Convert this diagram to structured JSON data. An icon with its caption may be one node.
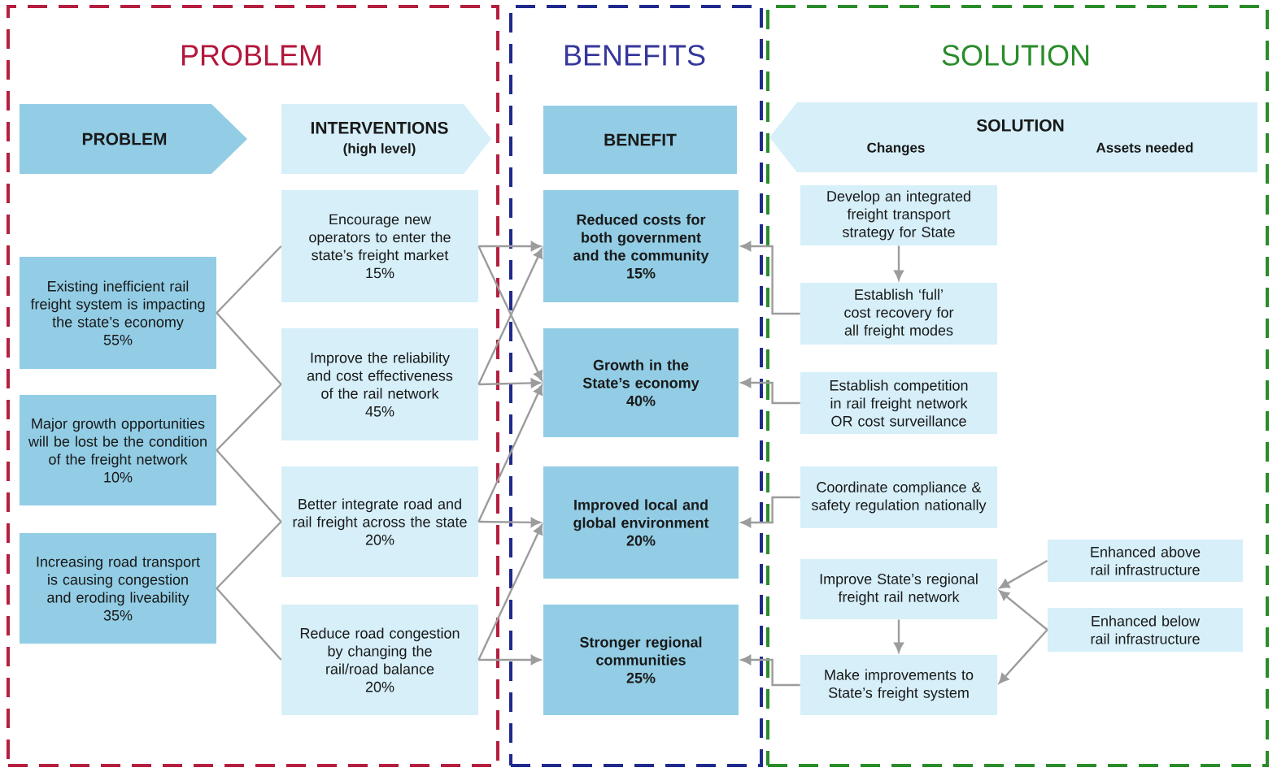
{
  "diagram": {
    "nodes": [
      {
        "text": [
          "PROBLEM"
        ]
      },
      {
        "text": [
          "PROBLEM"
        ],
        "in": 0
      },
      {
        "text": [
          "INTERVENTIONS",
          "(high level)"
        ],
        "in": 0
      },
      {
        "text": [
          "Existing inefficient rail freight system is impacting the state’s economy",
          "55%"
        ],
        "in": 0
      },
      {
        "text": [
          "Major growth opportunities will be lost be the condition of the freight network",
          "10%"
        ],
        "in": 0
      },
      {
        "text": [
          "Increasing road transport is causing congestion and eroding liveability",
          "35%"
        ],
        "in": 0
      },
      {
        "text": [
          "Encourage new operators to enter the state’s freight market",
          "15%"
        ],
        "in": 0
      },
      {
        "text": [
          "Improve the reliability and cost effectiveness of the rail network",
          "45%"
        ],
        "in": 0
      },
      {
        "text": [
          "Better integrate road and rail freight across the state",
          "20%"
        ],
        "in": 0
      },
      {
        "text": [
          "Reduce road congestion by changing the rail/road balance",
          "20%"
        ],
        "in": 0
      },
      {
        "text": [
          "BENEFITS"
        ]
      },
      {
        "text": [
          "BENEFIT"
        ],
        "in": 10
      },
      {
        "text": [
          "Reduced costs for both government and the community",
          "15%"
        ],
        "in": 10
      },
      {
        "text": [
          "Growth in the State’s economy",
          "40%"
        ],
        "in": 10
      },
      {
        "text": [
          "Improved local and global environment",
          "20%"
        ],
        "in": 10
      },
      {
        "text": [
          "Stronger regional communities",
          "25%"
        ],
        "in": 10
      },
      {
        "text": [
          "SOLUTION"
        ]
      },
      {
        "text": [
          "SOLUTION",
          "Changes",
          "Assets needed"
        ],
        "in": 16
      },
      {
        "text": [
          "Develop an integrated freight transport strategy for State"
        ],
        "in": 16
      },
      {
        "text": [
          "Establish ‘full’ cost recovery for all freight modes"
        ],
        "in": 16
      },
      {
        "text": [
          "Establish competition in rail freight network OR cost surveillance"
        ],
        "in": 16
      },
      {
        "text": [
          "Coordinate compliance & safety regulation nationally"
        ],
        "in": 16
      },
      {
        "text": [
          "Improve State’s regional freight rail network"
        ],
        "in": 16
      },
      {
        "text": [
          "Make improvements to State’s freight system"
        ],
        "in": 16
      },
      {
        "text": [
          "Enhanced above rail infrastructure"
        ],
        "in": 16
      },
      {
        "text": [
          "Enhanced below rail infrastructure"
        ],
        "in": 16
      }
    ],
    "edges": [
      {
        "from": 3,
        "to": 6,
        "arrow": "none"
      },
      {
        "from": 3,
        "to": 7,
        "arrow": "none"
      },
      {
        "from": 4,
        "to": 7,
        "arrow": "none"
      },
      {
        "from": 4,
        "to": 8,
        "arrow": "none"
      },
      {
        "from": 5,
        "to": 8,
        "arrow": "none"
      },
      {
        "from": 5,
        "to": 9,
        "arrow": "none"
      },
      {
        "from": 6,
        "to": 12,
        "arrow": "to"
      },
      {
        "from": 6,
        "to": 13,
        "arrow": "to"
      },
      {
        "from": 7,
        "to": 12,
        "arrow": "to"
      },
      {
        "from": 7,
        "to": 13,
        "arrow": "to"
      },
      {
        "from": 8,
        "to": 13,
        "arrow": "to"
      },
      {
        "from": 8,
        "to": 14,
        "arrow": "to"
      },
      {
        "from": 9,
        "to": 14,
        "arrow": "to"
      },
      {
        "from": 9,
        "to": 15,
        "arrow": "to"
      },
      {
        "from": 19,
        "to": 12,
        "arrow": "to"
      },
      {
        "from": 20,
        "to": 13,
        "arrow": "to"
      },
      {
        "from": 21,
        "to": 14,
        "arrow": "to"
      },
      {
        "from": 23,
        "to": 15,
        "arrow": "to"
      },
      {
        "from": 18,
        "to": 19,
        "arrow": "to"
      },
      {
        "from": 22,
        "to": 23,
        "arrow": "to"
      },
      {
        "from": 24,
        "to": 22,
        "arrow": "to"
      },
      {
        "from": 25,
        "to": 22,
        "arrow": "to"
      },
      {
        "from": 25,
        "to": 23,
        "arrow": "to"
      }
    ]
  }
}
